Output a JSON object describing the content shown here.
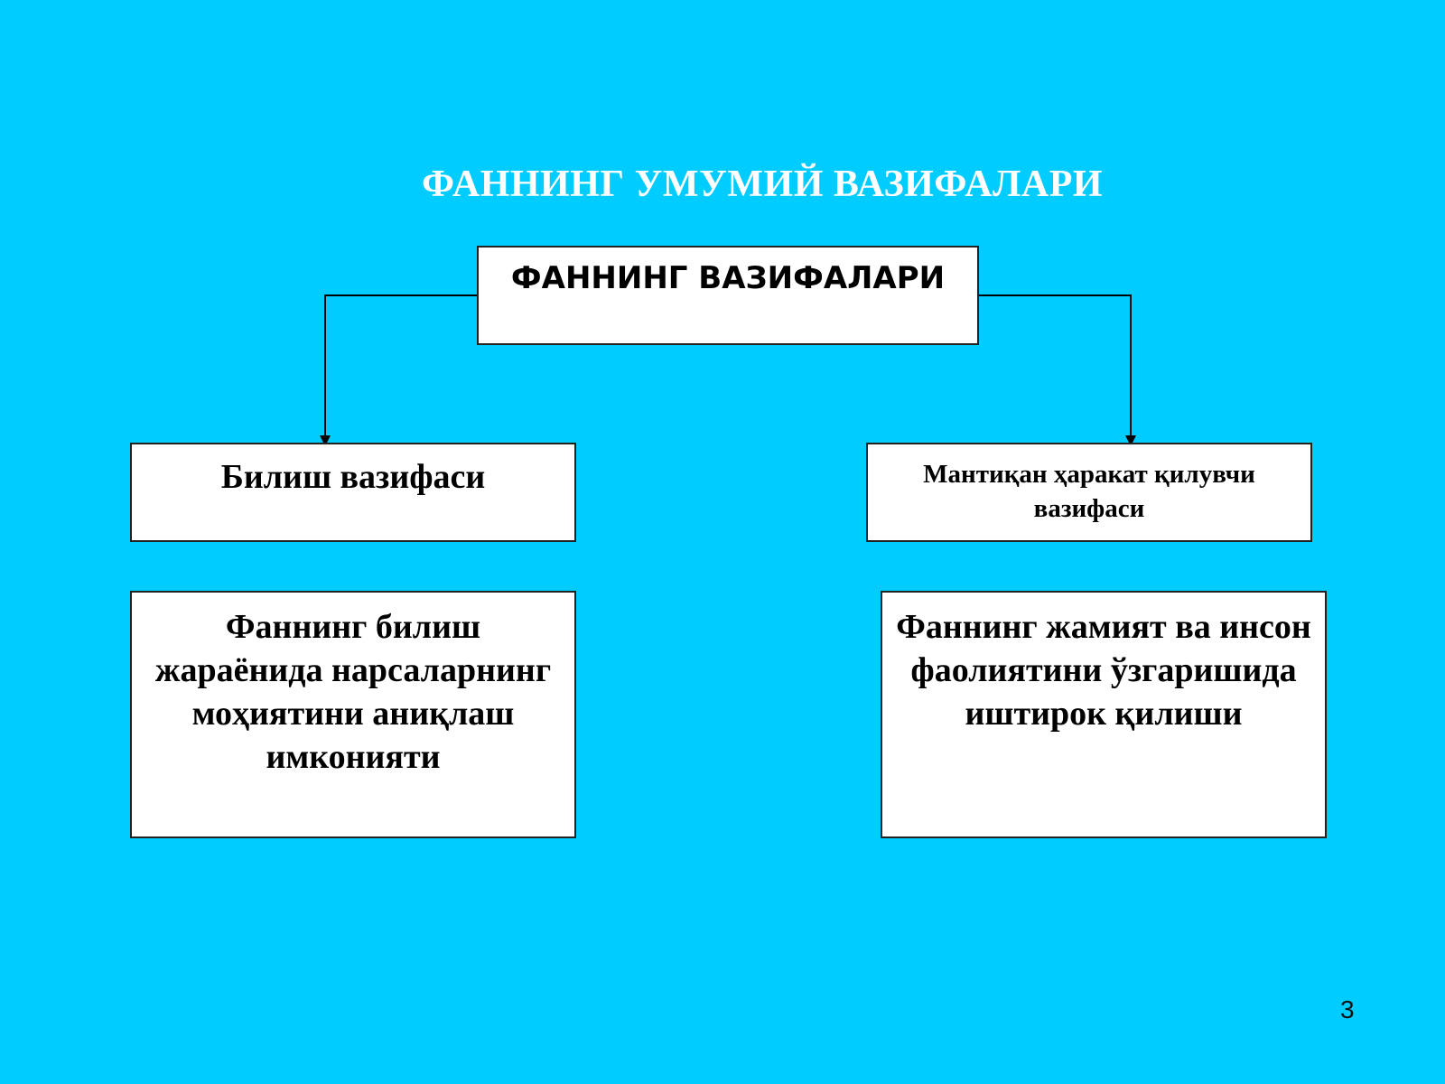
{
  "slide": {
    "title": "ФАННИНГ УМУМИЙ ВАЗИФАЛАРИ",
    "page_number": "3",
    "background_color": "#00ccff"
  },
  "diagram": {
    "root": "ФАННИНГ ВАЗИФАЛАРИ",
    "left_branch": {
      "label": "Билиш вазифаси",
      "description": "Фаннинг билиш жараёнида нарсаларнинг моҳиятини аниқлаш имконияти"
    },
    "right_branch": {
      "label": "Мантиқан ҳаракат қилувчи вазифаси",
      "description": "Фаннинг жамият ва инсон фаолиятини ўзгаришида иштирок қилиши"
    }
  }
}
